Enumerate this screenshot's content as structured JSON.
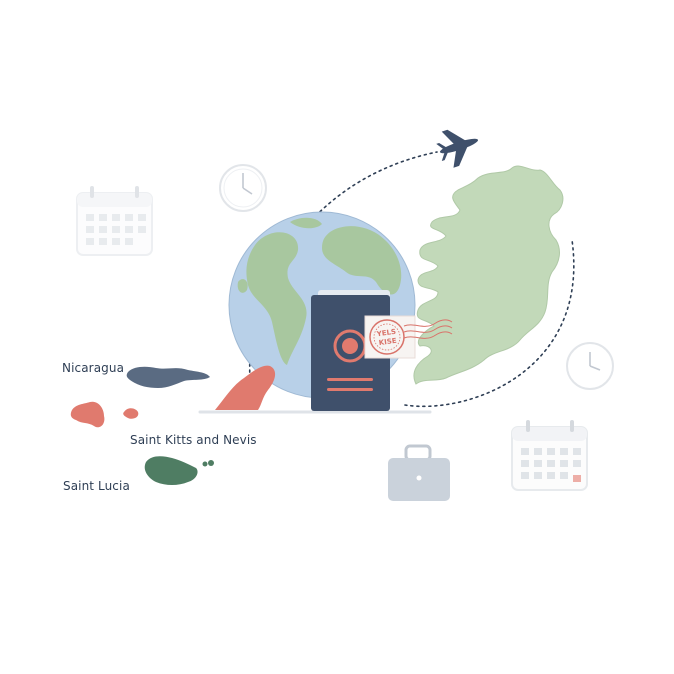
{
  "labels": {
    "nicaragua": "Nicaragua",
    "saint_kitts_and_nevis": "Saint Kitts and Nevis",
    "saint_lucia": "Saint Lucia"
  },
  "stamp": {
    "line1": "YELS",
    "line2": "KISE"
  },
  "icons": [
    "airplane-icon",
    "clock-icon",
    "calendar-icon",
    "globe-icon",
    "passport-icon",
    "visa-stamp-icon",
    "ireland-map-icon",
    "briefcase-icon",
    "hand-icon"
  ],
  "colors": {
    "navy": "#3f506b",
    "globe_ocean": "#b8d0e8",
    "land_green": "#b9d4b0",
    "coral": "#e07a6e",
    "dark_green": "#4f7d63",
    "slate": "#5a6b82",
    "light_gray": "#dfe3e8"
  }
}
